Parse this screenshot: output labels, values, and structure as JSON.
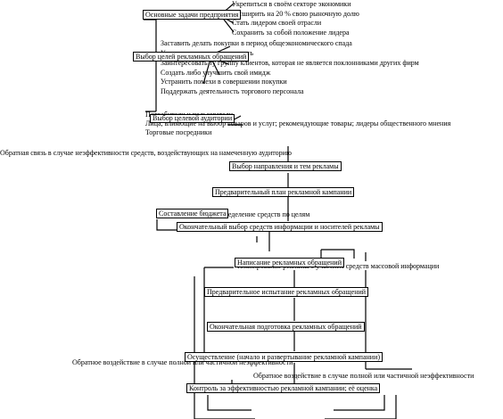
{
  "nodes": {
    "main_tasks": "Основные задачи предприятия",
    "ad_goals": "Выбор целей рекламных обращений",
    "target_audience": "Выбор целевой аудитории",
    "direction_themes": "Выбор направления и тем рекламы",
    "prelim_plan": "Предварительный план рекламной кампании",
    "budget": "Составление бюджета",
    "final_media": "Окончательный выбор средств информации и носителей рекламы",
    "creation": "Написание рекламных обращений",
    "pretest": "Предварительное испытание рекламных обращений",
    "final_prep": "Окончательная подготовка рекламных обращений",
    "execution": "Осуществление (начало и развертывание рекламной кампании)",
    "control": "Контроль за эффективностью рекламной кампании; её оценка"
  },
  "main_tasks_items": [
    "Укрепиться в своём секторе экономики",
    "Расширить на 20 % свою рыночную долю",
    "Стать лидером своей отрасли",
    "Сохранить за собой положение лидера"
  ],
  "ad_goals_items": [
    "Заставить делать покупки в период общеэкономического спада",
    "Увеличить свою популярность",
    "Заинтересовать ту группу клиентов, которая не является поклонниками других фирм",
    "Создать либо улучшить свой имидж",
    "Устранить помехи в совершении покупки",
    "Поддержать деятельность торгового персонала"
  ],
  "audience_items": [
    "Потребители и пользователи",
    "Лица, влияющие на выбор товаров и услуг; рекомендующие товары; лидеры общественного мнения",
    "Торговые посредники"
  ],
  "budget_item": "Распределение средств по целям",
  "planning_item": "Планирование рекламы с участием средств массовой информации",
  "feedback": {
    "audience": "Обратная связь в случае неэффективности средств, воздействующих на намеченную аудиторию",
    "partial_left": "Обратное воздействие в случае полной или частичной неэффективности",
    "partial_right": "Обратное воздействие в случае полной или частичной неэффективности"
  }
}
